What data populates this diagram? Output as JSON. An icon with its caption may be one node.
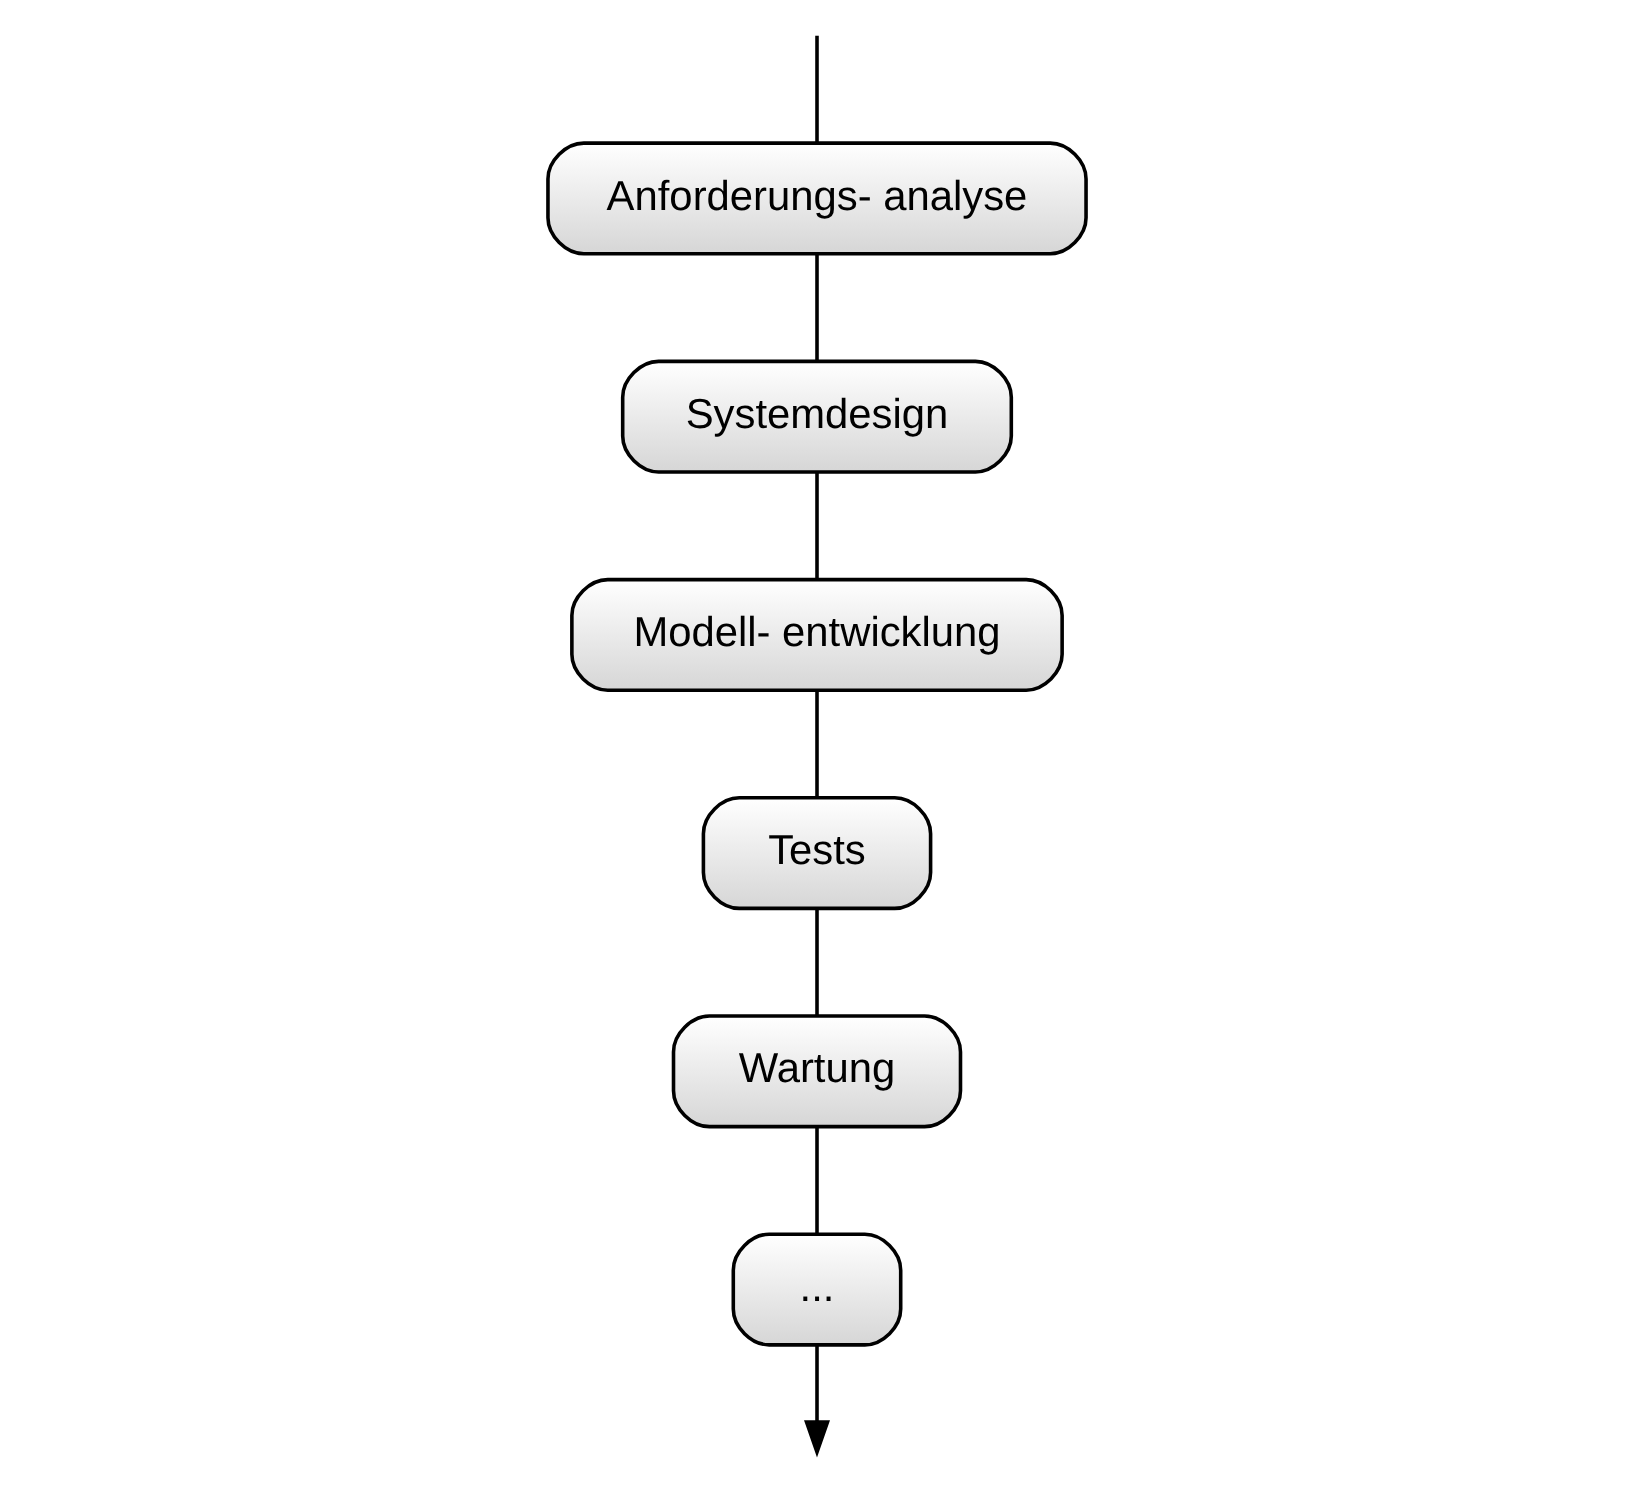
{
  "diagram": {
    "nodes": [
      {
        "text": [
          "Anforderungs- analyse"
        ]
      },
      {
        "text": [
          "Systemdesign"
        ]
      },
      {
        "text": [
          "Modell- entwicklung"
        ]
      },
      {
        "text": [
          "Tests"
        ]
      },
      {
        "text": [
          "Wartung"
        ]
      },
      {
        "text": [
          "..."
        ]
      }
    ],
    "edges": [
      {
        "from": null,
        "to": 0,
        "arrow": "none"
      },
      {
        "from": 0,
        "to": 1,
        "arrow": "none"
      },
      {
        "from": 1,
        "to": 2,
        "arrow": "none"
      },
      {
        "from": 2,
        "to": 3,
        "arrow": "none"
      },
      {
        "from": 3,
        "to": 4,
        "arrow": "none"
      },
      {
        "from": 4,
        "to": 5,
        "arrow": "none"
      },
      {
        "from": 5,
        "to": null,
        "arrow": "to"
      }
    ]
  }
}
